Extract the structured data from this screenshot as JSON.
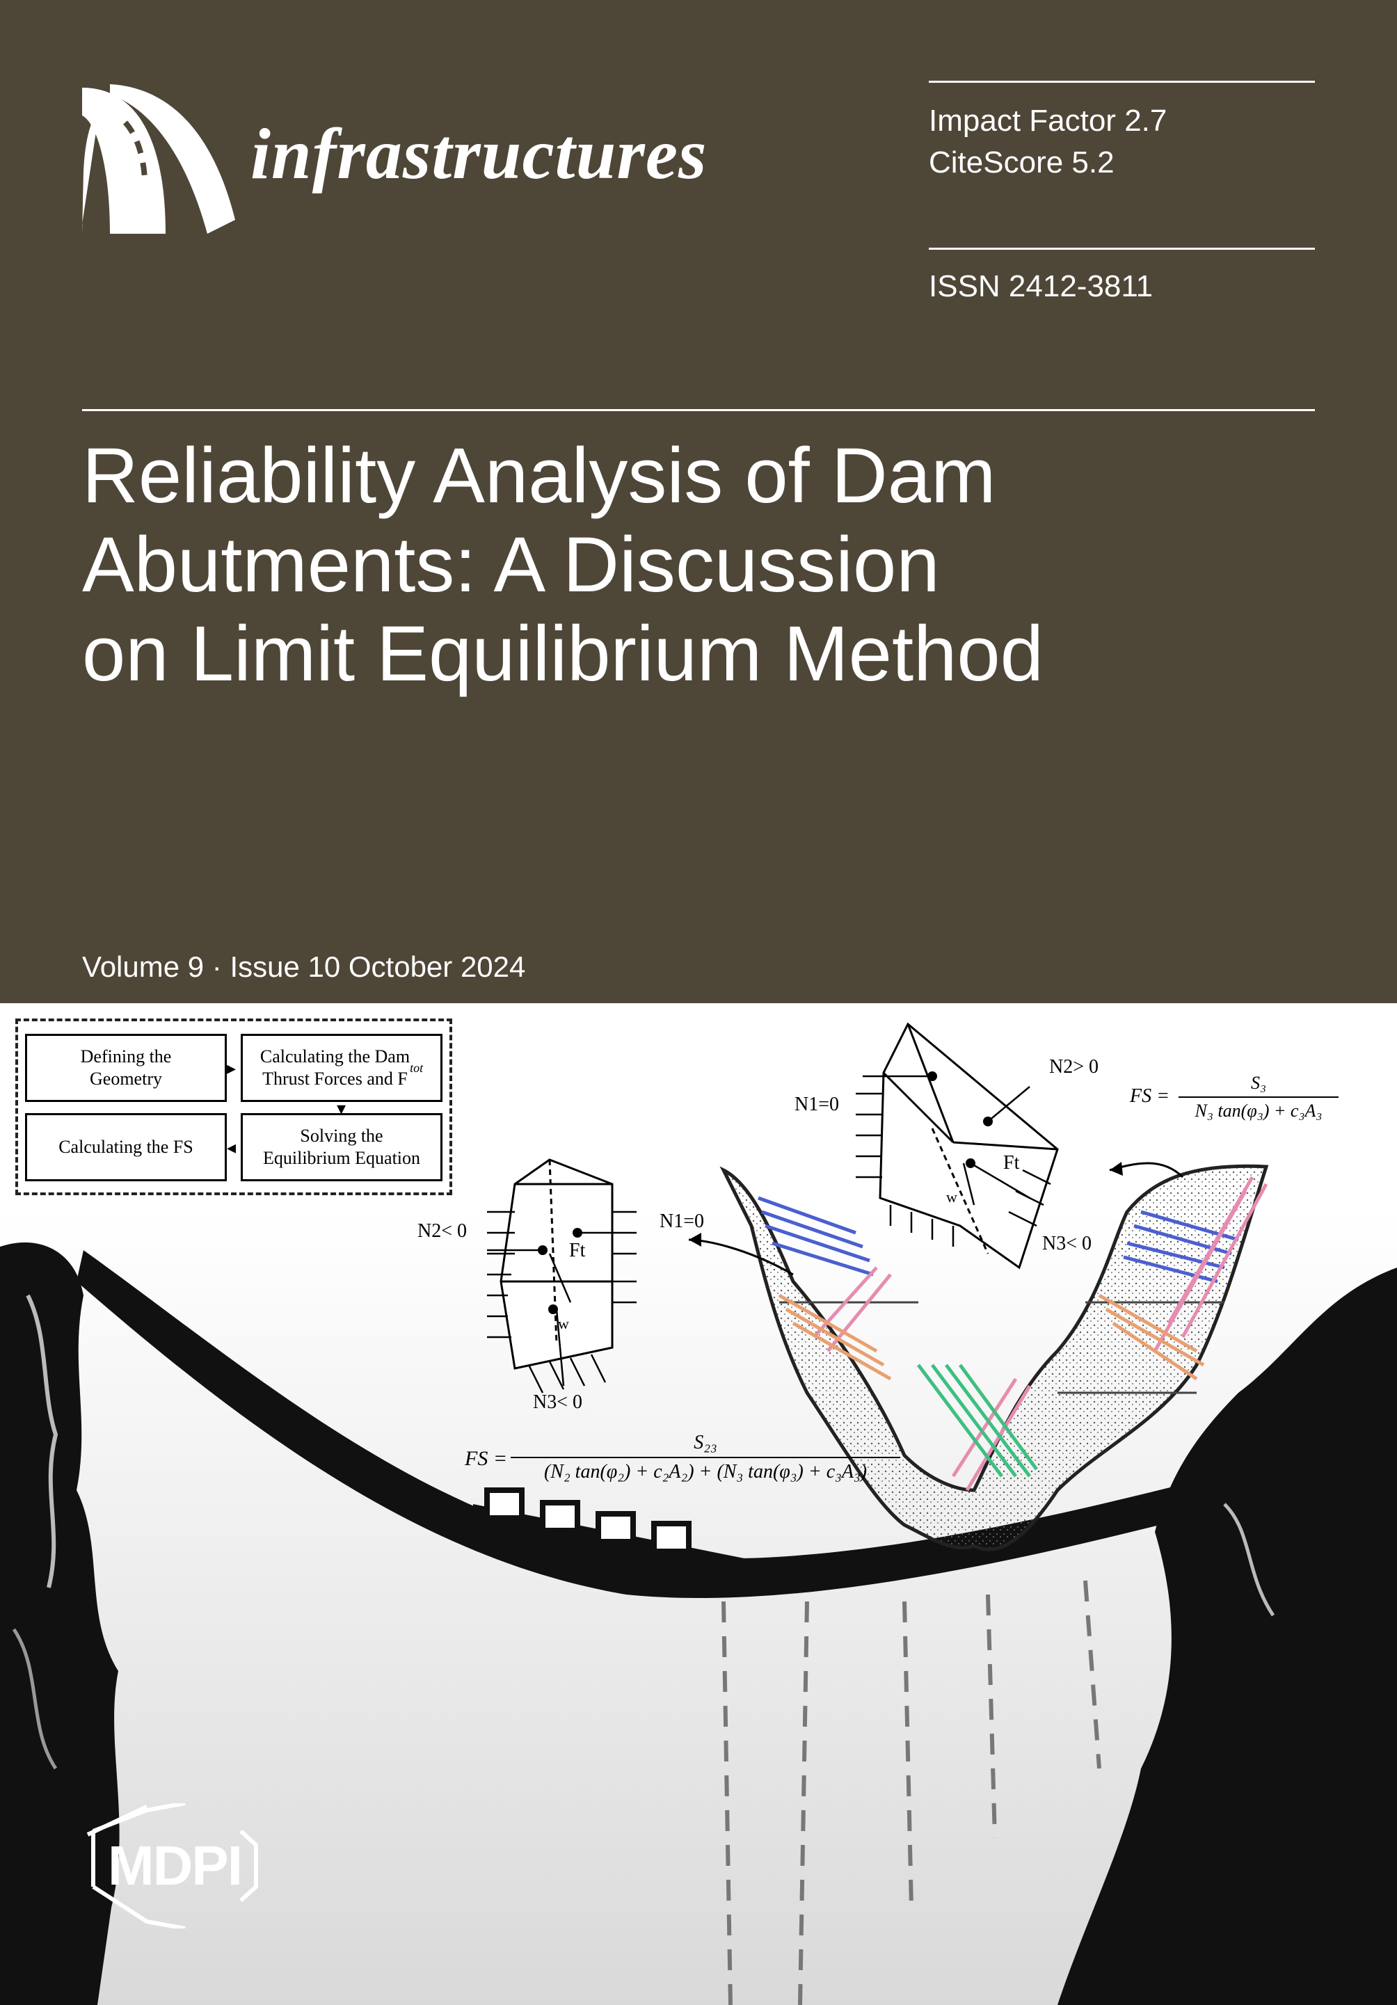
{
  "journal": {
    "name": "infrastructures",
    "impact_factor": "Impact Factor 2.7",
    "citescore": "CiteScore 5.2",
    "issn": "ISSN 2412-3811"
  },
  "article": {
    "title": "Reliability Analysis of Dam\nAbutments: A Discussion\non Limit Equilibrium Method"
  },
  "issue": {
    "line": "Volume 9 · Issue 10 October 2024"
  },
  "figure": {
    "flowchart": {
      "box1": "Defining the\nGeometry",
      "box2": "Calculating the Dam\nThrust Forces and F",
      "box2_sup": "tot",
      "box3": "Calculating the FS",
      "box4": "Solving the\nEquilibrium Equation"
    },
    "labels": {
      "left_n2": "N2< 0",
      "left_n1": "N1=0",
      "left_ft": "Ft",
      "left_w": "w",
      "left_n3": "N3< 0",
      "right_n1": "N1=0",
      "right_n2": "N2> 0",
      "right_ft": "Ft",
      "right_w": "w",
      "right_n3": "N3< 0"
    },
    "eq_right": {
      "lhs": "FS =",
      "num": "S₃",
      "den": "N₃ tan(φ₃) + c₃A₃"
    },
    "eq_bottom": {
      "lhs": "FS =",
      "num": "S₂₃",
      "den": "(N₂ tan(φ₂) + c₂A₂) + (N₃ tan(φ₃) + c₃A₃)"
    }
  },
  "publisher": {
    "logo_text": "MDPI"
  },
  "colors": {
    "background": "#4e4637",
    "text": "#ffffff"
  }
}
